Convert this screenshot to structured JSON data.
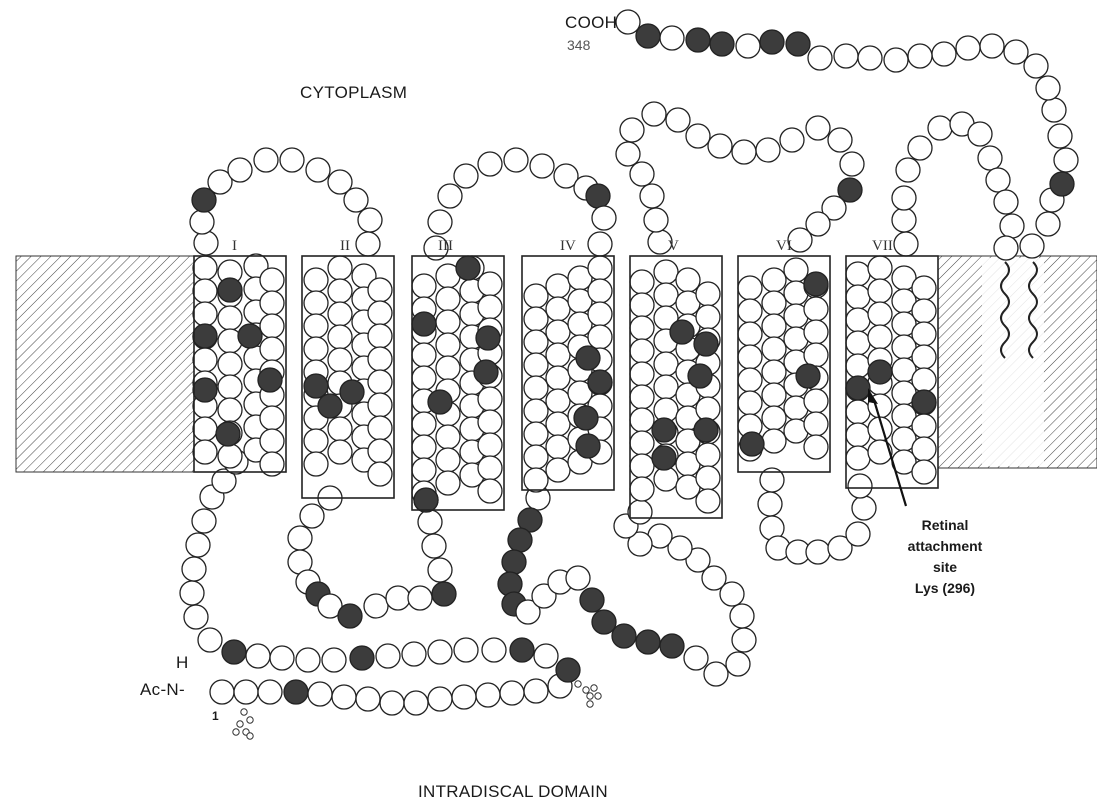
{
  "labels": {
    "cytoplasm": "CYTOPLASM",
    "intradiscal": "INTRADISCAL DOMAIN",
    "cooh": "COOH",
    "cooh_number": "348",
    "n_h": "H",
    "n_term": "Ac-N-",
    "n_number": "1",
    "retinal_lines": [
      "Retinal",
      "attachment",
      "site",
      "Lys (296)"
    ]
  },
  "helices": [
    "I",
    "II",
    "III",
    "IV",
    "V",
    "VI",
    "VII"
  ],
  "colors": {
    "residue_fill": "#ffffff",
    "marked_residue_fill": "#3c3c3c",
    "residue_stroke": "#222222",
    "membrane_hatch": "#444444"
  }
}
